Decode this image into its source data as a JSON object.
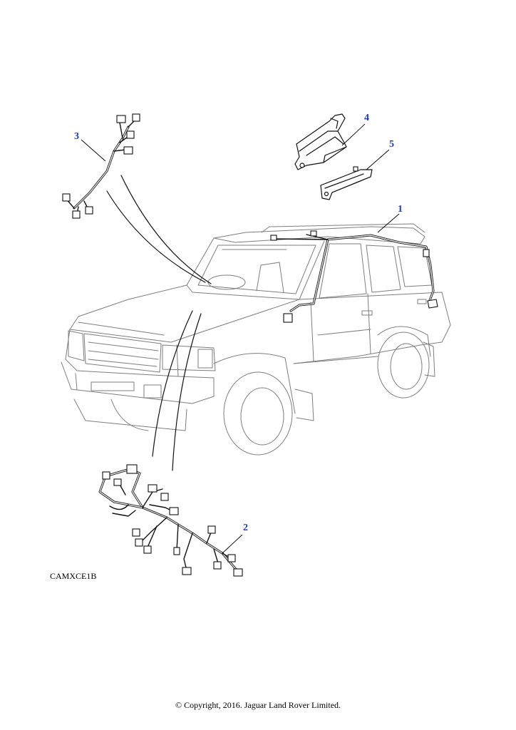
{
  "callouts": {
    "c1": "1",
    "c2": "2",
    "c3": "3",
    "c4": "4",
    "c5": "5"
  },
  "figure_code": "CAMXCE1B",
  "copyright": "© Copyright, 2016. Jaguar Land Rover Limited.",
  "colors": {
    "callout": "#1f3bbf",
    "vehicle_outline": "#7d7d7d",
    "component_ink": "#111111"
  }
}
